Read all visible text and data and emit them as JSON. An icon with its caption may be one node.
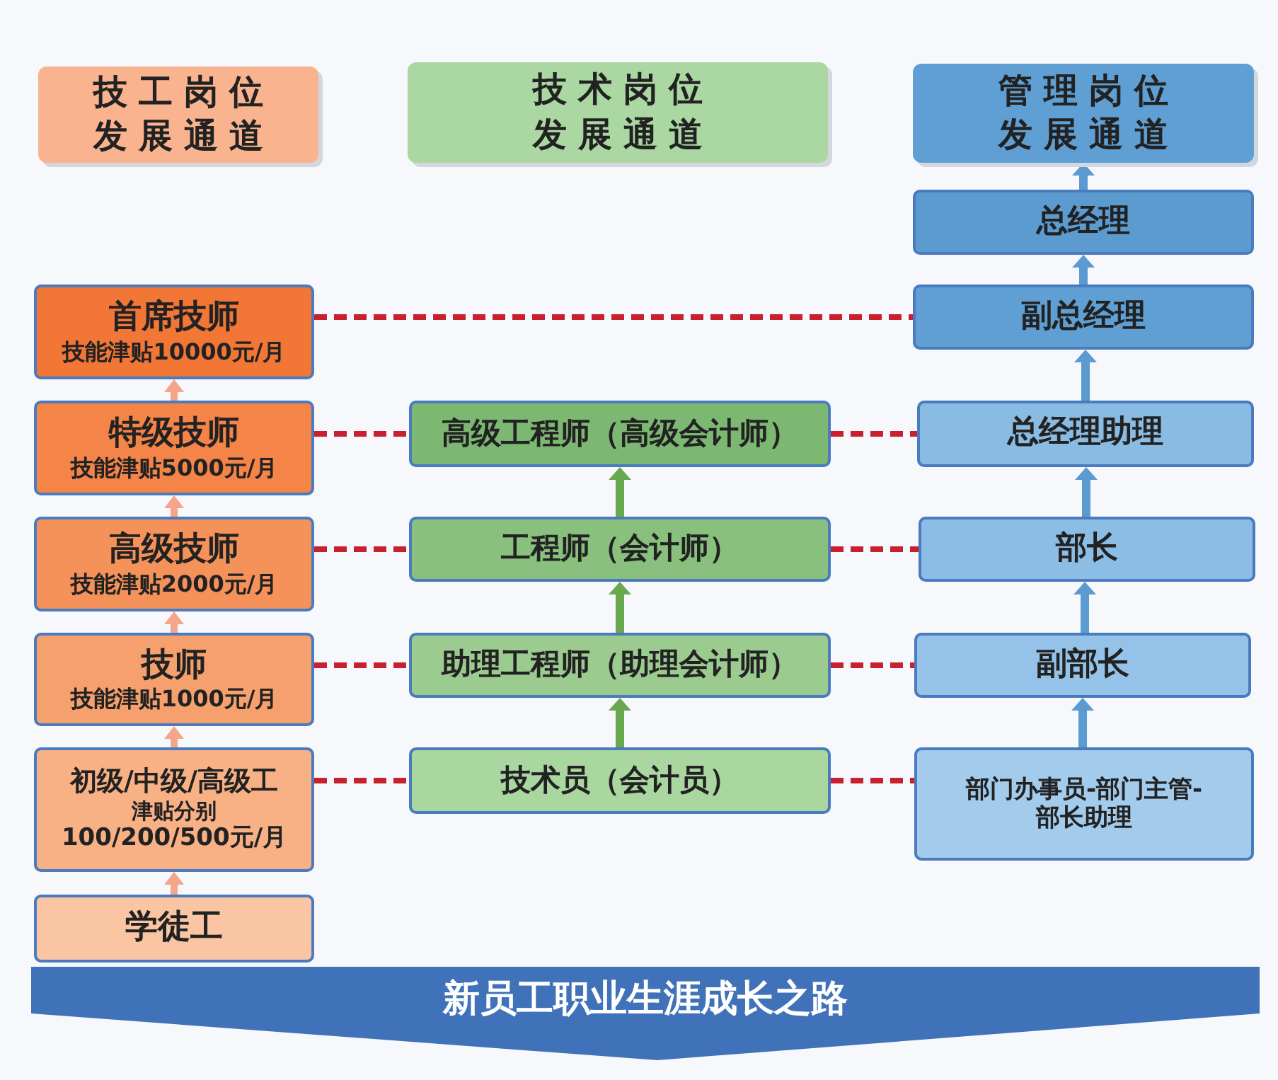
{
  "diagram": {
    "nodes": [
      {
        "text": [
          "技工岗位发展通道"
        ]
      },
      {
        "text": [
          "技术岗位发展通道"
        ]
      },
      {
        "text": [
          "管理岗位发展通道"
        ]
      },
      {
        "text": [
          "总经理"
        ]
      },
      {
        "text": [
          "首席技师",
          "技能津贴10000元/月"
        ]
      },
      {
        "text": [
          "副总经理"
        ]
      },
      {
        "text": [
          "特级技师",
          "技能津贴5000元/月"
        ]
      },
      {
        "text": [
          "高级工程师（高级会计师）"
        ]
      },
      {
        "text": [
          "总经理助理"
        ]
      },
      {
        "text": [
          "高级技师",
          "技能津贴2000元/月"
        ]
      },
      {
        "text": [
          "工程师（会计师）"
        ]
      },
      {
        "text": [
          "部长"
        ]
      },
      {
        "text": [
          "技师",
          "技能津贴1000元/月"
        ]
      },
      {
        "text": [
          "助理工程师（助理会计师）"
        ]
      },
      {
        "text": [
          "副部长"
        ]
      },
      {
        "text": [
          "初级/中级/高级工",
          "津贴分别",
          "100/200/500元/月"
        ]
      },
      {
        "text": [
          "技术员（会计员）"
        ]
      },
      {
        "text": [
          "部门办事员-部门主管-部长助理"
        ]
      },
      {
        "text": [
          "学徒工"
        ]
      },
      {
        "text": [
          "新员工职业生涯成长之路"
        ]
      }
    ],
    "edges": [
      {
        "from": 3,
        "to": 2,
        "arrow": "to",
        "color": "#5b9bd0"
      },
      {
        "from": 5,
        "to": 3,
        "arrow": "to",
        "color": "#5b9bd0"
      },
      {
        "from": 4,
        "to": 5,
        "arrow": "none",
        "style": "dashed"
      },
      {
        "from": 6,
        "to": 4,
        "arrow": "to",
        "color": "#f4a58a"
      },
      {
        "from": 8,
        "to": 5,
        "arrow": "to",
        "color": "#5b9bd0"
      },
      {
        "from": 6,
        "to": 7,
        "arrow": "none",
        "style": "dashed"
      },
      {
        "from": 7,
        "to": 8,
        "arrow": "none",
        "style": "dashed"
      },
      {
        "from": 9,
        "to": 6,
        "arrow": "to",
        "color": "#f4a58a"
      },
      {
        "from": 10,
        "to": 7,
        "arrow": "to",
        "color": "#6aa84f"
      },
      {
        "from": 11,
        "to": 8,
        "arrow": "to",
        "color": "#5b9bd0"
      },
      {
        "from": 9,
        "to": 10,
        "arrow": "none",
        "style": "dashed"
      },
      {
        "from": 10,
        "to": 11,
        "arrow": "none",
        "style": "dashed"
      },
      {
        "from": 12,
        "to": 9,
        "arrow": "to",
        "color": "#f4a58a"
      },
      {
        "from": 13,
        "to": 10,
        "arrow": "to",
        "color": "#6aa84f"
      },
      {
        "from": 14,
        "to": 11,
        "arrow": "to",
        "color": "#5b9bd0"
      },
      {
        "from": 12,
        "to": 13,
        "arrow": "none",
        "style": "dashed"
      },
      {
        "from": 13,
        "to": 14,
        "arrow": "none",
        "style": "dashed"
      },
      {
        "from": 15,
        "to": 12,
        "arrow": "to",
        "color": "#f4a58a"
      },
      {
        "from": 16,
        "to": 13,
        "arrow": "to",
        "color": "#6aa84f"
      },
      {
        "from": 17,
        "to": 14,
        "arrow": "to",
        "color": "#5b9bd0"
      },
      {
        "from": 15,
        "to": 16,
        "arrow": "none",
        "style": "dashed"
      },
      {
        "from": 16,
        "to": 17,
        "arrow": "none",
        "style": "dashed"
      },
      {
        "from": 18,
        "to": 15,
        "arrow": "to",
        "color": "#f4a58a"
      }
    ]
  }
}
